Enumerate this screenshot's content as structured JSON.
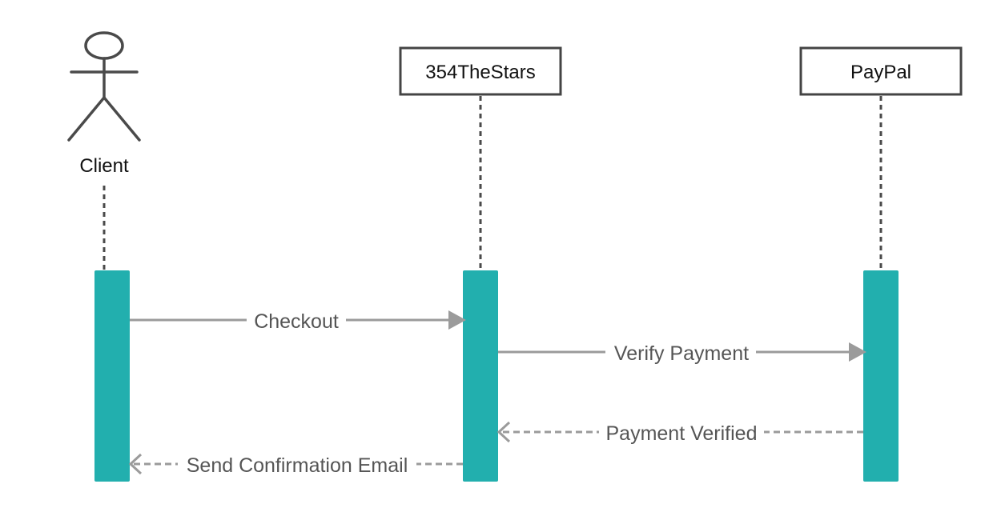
{
  "participants": [
    {
      "id": "client",
      "label": "Client",
      "kind": "actor"
    },
    {
      "id": "store",
      "label": "354TheStars",
      "kind": "object"
    },
    {
      "id": "paypal",
      "label": "PayPal",
      "kind": "object"
    }
  ],
  "messages": [
    {
      "from": "client",
      "to": "store",
      "label": "Checkout",
      "style": "solid"
    },
    {
      "from": "store",
      "to": "paypal",
      "label": "Verify Payment",
      "style": "solid"
    },
    {
      "from": "paypal",
      "to": "store",
      "label": "Payment Verified",
      "style": "dashed"
    },
    {
      "from": "store",
      "to": "client",
      "label": "Send Confirmation Email",
      "style": "dashed"
    }
  ],
  "colors": {
    "activation": "#22afae",
    "message_line": "#9b9b9b",
    "lifeline": "#4a4a4a"
  }
}
